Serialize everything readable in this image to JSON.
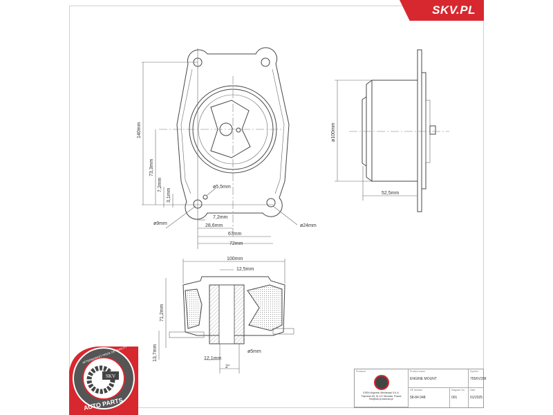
{
  "brand": {
    "badge_text": "SKV.PL",
    "badge_color": "#d7282f"
  },
  "logo": {
    "ring_text_top": "AFTERMARKET PRICE OE QUALITY",
    "center_text": "SKV",
    "ring_text_bottom": "AUTO PARTS"
  },
  "top_view_dims": {
    "height_140": "140mm",
    "dim_73_3": "73,3mm",
    "dim_7_2_v": "7,2mm",
    "dim_3_1": "3,1mm",
    "hole_5_5": "ø5,5mm",
    "hole_9": "ø9mm",
    "dia_24": "ø24mm",
    "dim_7_2_h": "7,2mm",
    "dim_28_6": "28,6mm",
    "dim_67": "67mm",
    "dim_72": "72mm"
  },
  "side_view_dims": {
    "dia_100": "ø100mm",
    "depth_52_5": "52,5mm"
  },
  "section_view_dims": {
    "width_100": "100mm",
    "dim_12_5": "12,5mm",
    "height_71_2": "71,2mm",
    "dim_13_7": "13,7mm",
    "dim_12_1": "12,1mm",
    "angle_2": "2°",
    "dia_5": "ø5mm"
  },
  "title_block": {
    "producer_label": "Producer",
    "producer_address": [
      "ESEN Wojciech Wiśniewski S.K.A.",
      "Paprotna 4/5, 51-117 Wrocław, Poland",
      "info@skv.pl  www.skv.pl"
    ],
    "product_name_label": "Product name",
    "product_name": "ENGINE MOUNT",
    "symbol_label": "Symbol",
    "symbol": "755KV208",
    "oe_number_label": "OE Number",
    "oe_number": "58-84 048",
    "diagram_no_label": "Diagram No.",
    "diagram_no": "001",
    "date_label": "Date",
    "date": "01/2025"
  }
}
